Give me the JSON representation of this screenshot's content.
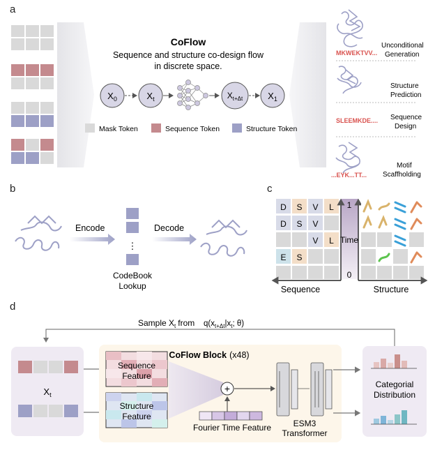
{
  "panel_a": {
    "letter": "a",
    "title": "CoFlow",
    "subtitle_line1": "Sequence and structure co-design flow",
    "subtitle_line2": "in discrete space.",
    "nodes": [
      "X",
      "X",
      "X",
      "X"
    ],
    "node_subs": [
      "0",
      "t",
      "t+Δt",
      "1"
    ],
    "legend": [
      "Mask Token",
      "Sequence Token",
      "Structure Token"
    ],
    "tasks": [
      {
        "seq": "MKWEKTVV...",
        "label1": "Unconditional",
        "label2": "Generation"
      },
      {
        "seq": "",
        "label1": "Structure",
        "label2": "Prediction"
      },
      {
        "seq": "SLEEMKDE....",
        "label1": "Sequence",
        "label2": "Design"
      },
      {
        "seq": "...EYK...TT...",
        "label1": "Motif",
        "label2": "Scaffholding"
      }
    ]
  },
  "panel_b": {
    "letter": "b",
    "encode": "Encode",
    "decode": "Decode",
    "ellipsis": "⋮",
    "codebook_line1": "CodeBook",
    "codebook_line2": "Lookup"
  },
  "panel_c": {
    "letter": "c",
    "rows": [
      [
        "D",
        "S",
        "V",
        "L"
      ],
      [
        "D",
        "S",
        "V",
        ""
      ],
      [
        "",
        "",
        "V",
        "L"
      ],
      [
        "E",
        "S",
        "",
        ""
      ]
    ],
    "time_top": "1",
    "time_label": "Time",
    "time_bottom": "0",
    "sequence_label": "Sequence",
    "structure_label": "Structure"
  },
  "panel_d": {
    "letter": "d",
    "sample_text": "Sample X",
    "sample_sub": "t",
    "sample_from": "from",
    "q_expr": "q(x",
    "q_sub1": "t+Δt",
    "q_mid": "|x",
    "q_sub2": "t",
    "q_end": "; θ)",
    "xt_label": "X",
    "xt_sub": "t",
    "block_title": "CoFlow Block",
    "block_count": "(x48)",
    "seq_feature_line1": "Sequence",
    "seq_feature_line2": "Feature",
    "struct_feature_line1": "Structure",
    "struct_feature_line2": "Feature",
    "plus": "+",
    "fourier": "Fourier Time Feature",
    "esm_line1": "ESM3",
    "esm_line2": "Transformer",
    "cat_line1": "Categorial",
    "cat_line2": "Distribution"
  },
  "colors": {
    "mask": "#d9d9d9",
    "sequence": "#c48a8e",
    "structure": "#9da0c6",
    "node_fill": "#d8d6e6",
    "accent_red": "#d9534f"
  }
}
